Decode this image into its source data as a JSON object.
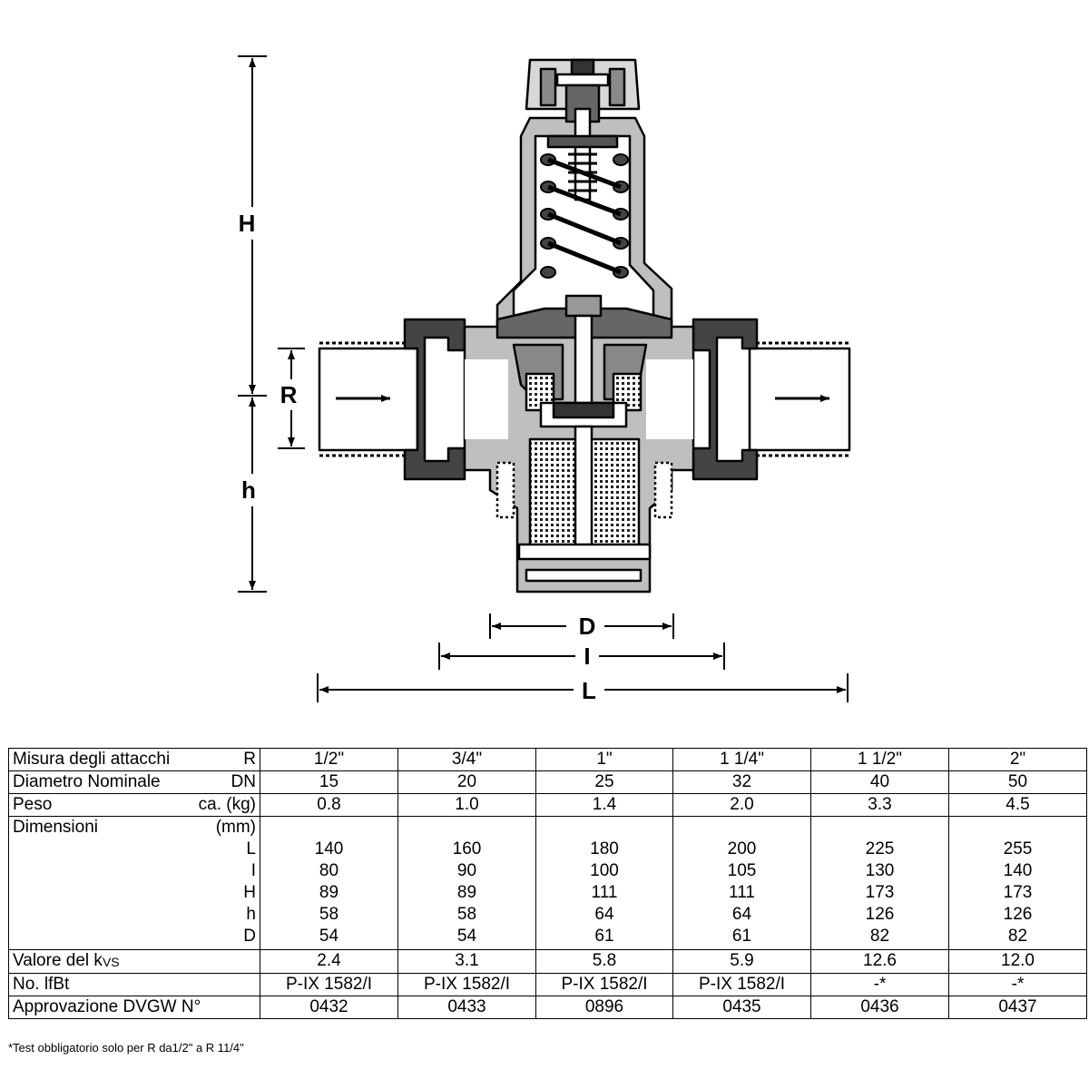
{
  "dimensions": {
    "H": "H",
    "R": "R",
    "h": "h",
    "D": "D",
    "I": "I",
    "L": "L"
  },
  "table": {
    "rows": [
      {
        "label": "Misura degli attacchi",
        "unit": "R",
        "values": [
          "1/2\"",
          "3/4\"",
          "1\"",
          "1 1/4\"",
          "1 1/2\"",
          "2\""
        ]
      },
      {
        "label": "Diametro Nominale",
        "unit": "DN",
        "values": [
          "15",
          "20",
          "25",
          "32",
          "40",
          "50"
        ]
      },
      {
        "label": "Peso",
        "unit": "ca. (kg)",
        "values": [
          "0.8",
          "1.0",
          "1.4",
          "2.0",
          "3.3",
          "4.5"
        ]
      }
    ],
    "dimensioni": {
      "label": "Dimensioni",
      "unit": "(mm)",
      "subrows": [
        {
          "key": "L",
          "values": [
            "140",
            "160",
            "180",
            "200",
            "225",
            "255"
          ]
        },
        {
          "key": "I",
          "values": [
            "80",
            "90",
            "100",
            "105",
            "130",
            "140"
          ]
        },
        {
          "key": "H",
          "values": [
            "89",
            "89",
            "111",
            "111",
            "173",
            "173"
          ]
        },
        {
          "key": "h",
          "values": [
            "58",
            "58",
            "64",
            "64",
            "126",
            "126"
          ]
        },
        {
          "key": "D",
          "values": [
            "54",
            "54",
            "61",
            "61",
            "82",
            "82"
          ]
        }
      ]
    },
    "kvs": {
      "label": "Valore del k",
      "sub": "VS",
      "values": [
        "2.4",
        "3.1",
        "5.8",
        "5.9",
        "12.6",
        "12.0"
      ]
    },
    "lfbt": {
      "label": "No. lfBt",
      "values": [
        "P-IX 1582/I",
        "P-IX 1582/I",
        "P-IX 1582/I",
        "P-IX 1582/I",
        "-*",
        "-*"
      ]
    },
    "dvgw": {
      "label": "Approvazione DVGW N°",
      "values": [
        "0432",
        "0433",
        "0896",
        "0435",
        "0436",
        "0437"
      ]
    }
  },
  "footnote": "*Test obbligatorio solo per R da1/2\" a R 11/4\""
}
